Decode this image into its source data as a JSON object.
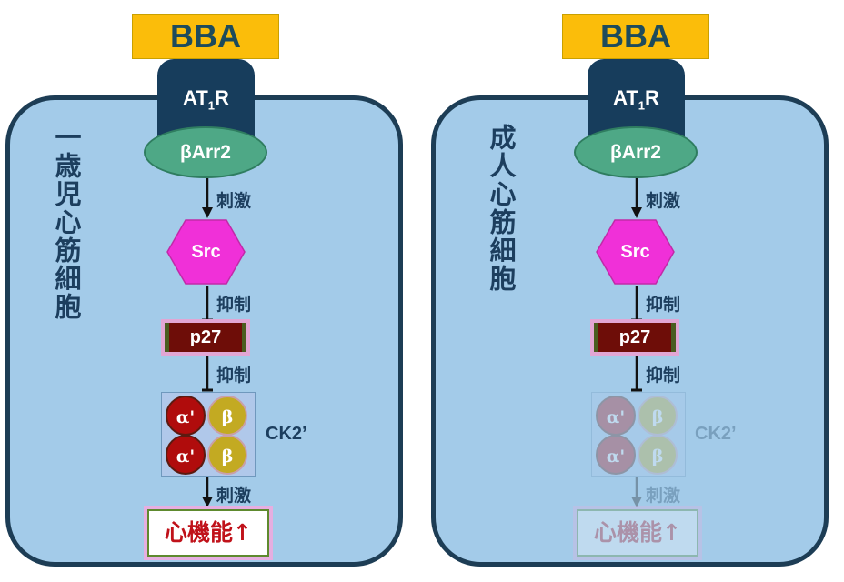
{
  "panels": [
    {
      "cell_label": "一歳児心筋細胞",
      "ligand": "BBA",
      "receptor_main": "AT",
      "receptor_sub": "1",
      "receptor_end": "R",
      "adaptor": "βArr2",
      "kinase": "Src",
      "inhibitor": "p27",
      "complex_label": "CK2’",
      "alpha_label": "α'",
      "beta_label": "β",
      "edge1": "刺激",
      "edge2": "抑制",
      "edge3": "抑制",
      "edge4": "刺激",
      "outcome": "心機能↑",
      "ck2_active": true
    },
    {
      "cell_label": "成人心筋細胞",
      "ligand": "BBA",
      "receptor_main": "AT",
      "receptor_sub": "1",
      "receptor_end": "R",
      "adaptor": "βArr2",
      "kinase": "Src",
      "inhibitor": "p27",
      "complex_label": "CK2’",
      "alpha_label": "α'",
      "beta_label": "β",
      "edge1": "刺激",
      "edge2": "抑制",
      "edge3": "抑制",
      "edge4": "刺激",
      "outcome": "心機能↑",
      "ck2_active": false
    }
  ],
  "colors": {
    "cell_fill": "#a3cbe9",
    "cell_border": "#1d3d55",
    "ligand": "#fbbd0a",
    "receptor": "#173d5c",
    "adaptor": "#4ea886",
    "kinase": "#f030d8",
    "inhibitor": "#6e0d08",
    "alpha_subunit": "#b00c0c",
    "beta_subunit": "#c3aa22",
    "outcome_text": "#c0121a"
  }
}
